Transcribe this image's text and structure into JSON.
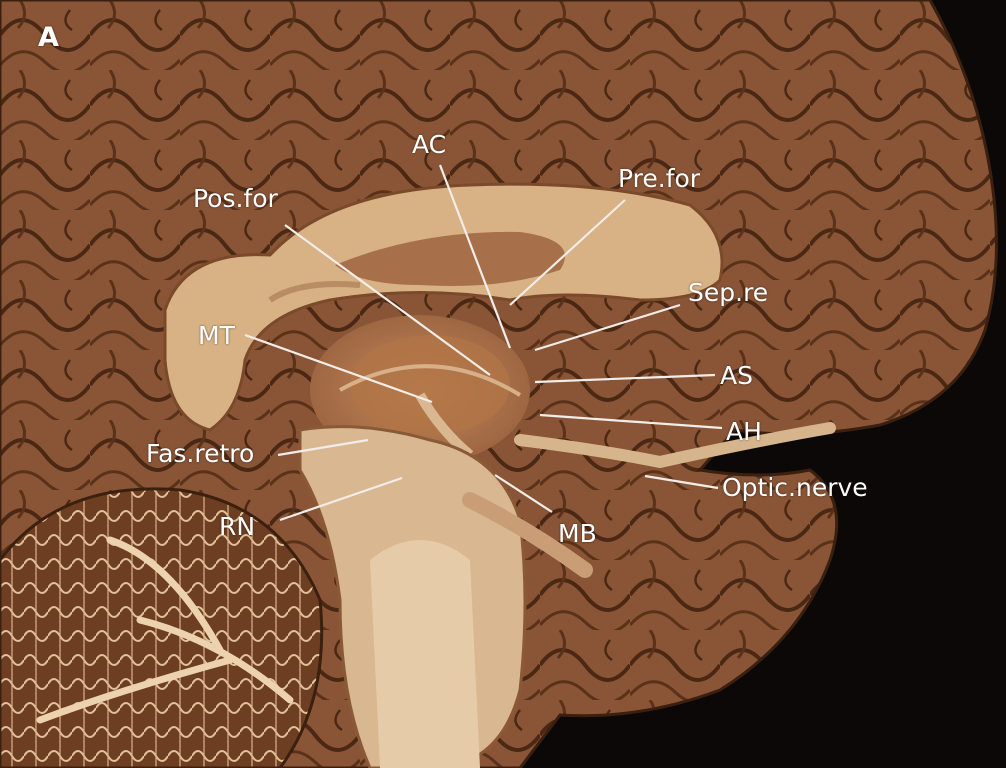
{
  "panel_letter": "A",
  "labels": {
    "ac": "AC",
    "pre_for": "Pre.for",
    "pos_for": "Pos.for",
    "sep_re": "Sep.re",
    "mt": "MT",
    "as": "AS",
    "ah": "AH",
    "fas_retro": "Fas.retro",
    "optic_nerve": "Optic.nerve",
    "rn": "RN",
    "mb": "MB"
  },
  "colors": {
    "background": "#0b0807",
    "cortex": "#8a5537",
    "cortex_shadow": "#3b2010",
    "white_matter": "#c89a6e",
    "label_text": "#ffffff",
    "leader_line": "#f2ede8"
  }
}
